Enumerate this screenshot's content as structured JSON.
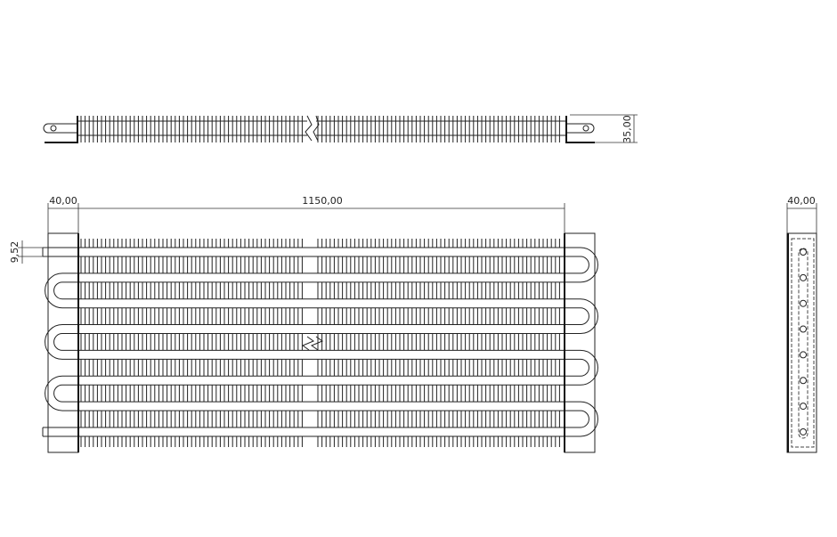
{
  "drawing": {
    "title": "Wire-tube condenser drawing",
    "dimensions": {
      "height_top_view": "35,00",
      "plate_width_front": "40,00",
      "fin_length": "1150,00",
      "tube_diameter": "9,52",
      "plate_width_side": "40,00"
    },
    "tube_passes": 8,
    "line_color": "#222222"
  }
}
